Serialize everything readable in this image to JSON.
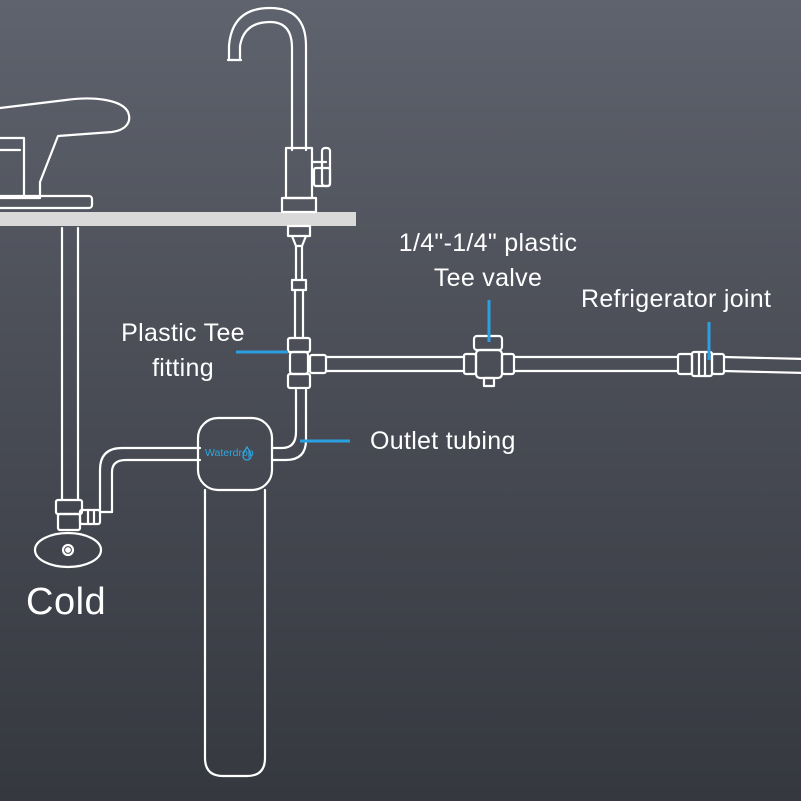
{
  "diagram": {
    "labels": {
      "tee_valve_line1": "1/4\"-1/4\" plastic",
      "tee_valve_line2": "Tee valve",
      "refrigerator_joint": "Refrigerator joint",
      "plastic_tee_line1": "Plastic Tee",
      "plastic_tee_line2": "fitting",
      "outlet_tubing": "Outlet tubing",
      "cold": "Cold"
    },
    "brand_text": "Waterdrop",
    "colors": {
      "background_top": "#5f636d",
      "background_bottom": "#35383f",
      "line": "#ffffff",
      "accent": "#2b9fe0",
      "counter": "#d9d9d9"
    }
  }
}
